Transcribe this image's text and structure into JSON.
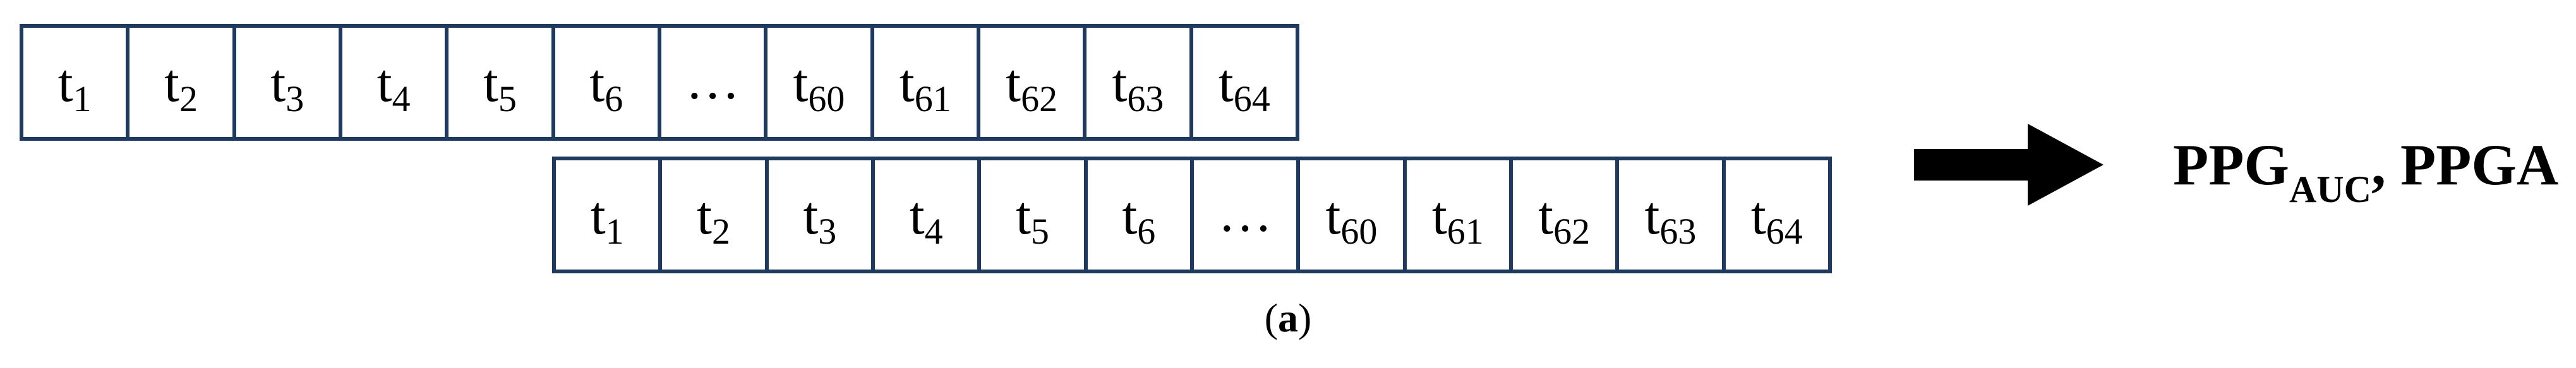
{
  "rows": [
    {
      "cells": [
        {
          "base": "t",
          "sub": "1"
        },
        {
          "base": "t",
          "sub": "2"
        },
        {
          "base": "t",
          "sub": "3"
        },
        {
          "base": "t",
          "sub": "4"
        },
        {
          "base": "t",
          "sub": "5"
        },
        {
          "base": "t",
          "sub": "6"
        },
        {
          "base": "…",
          "sub": ""
        },
        {
          "base": "t",
          "sub": "60"
        },
        {
          "base": "t",
          "sub": "61"
        },
        {
          "base": "t",
          "sub": "62"
        },
        {
          "base": "t",
          "sub": "63"
        },
        {
          "base": "t",
          "sub": "64"
        }
      ]
    },
    {
      "cells": [
        {
          "base": "t",
          "sub": "1"
        },
        {
          "base": "t",
          "sub": "2"
        },
        {
          "base": "t",
          "sub": "3"
        },
        {
          "base": "t",
          "sub": "4"
        },
        {
          "base": "t",
          "sub": "5"
        },
        {
          "base": "t",
          "sub": "6"
        },
        {
          "base": "…",
          "sub": ""
        },
        {
          "base": "t",
          "sub": "60"
        },
        {
          "base": "t",
          "sub": "61"
        },
        {
          "base": "t",
          "sub": "62"
        },
        {
          "base": "t",
          "sub": "63"
        },
        {
          "base": "t",
          "sub": "64"
        }
      ]
    }
  ],
  "result": {
    "main1": "PPG",
    "sub1": "AUC",
    "separator": ", ",
    "main2": "PPGA"
  },
  "caption": {
    "open": "(",
    "label": "a",
    "close": ")"
  },
  "colors": {
    "cell_border": "#1f3a5f",
    "arrow": "#000000",
    "text": "#000000"
  }
}
